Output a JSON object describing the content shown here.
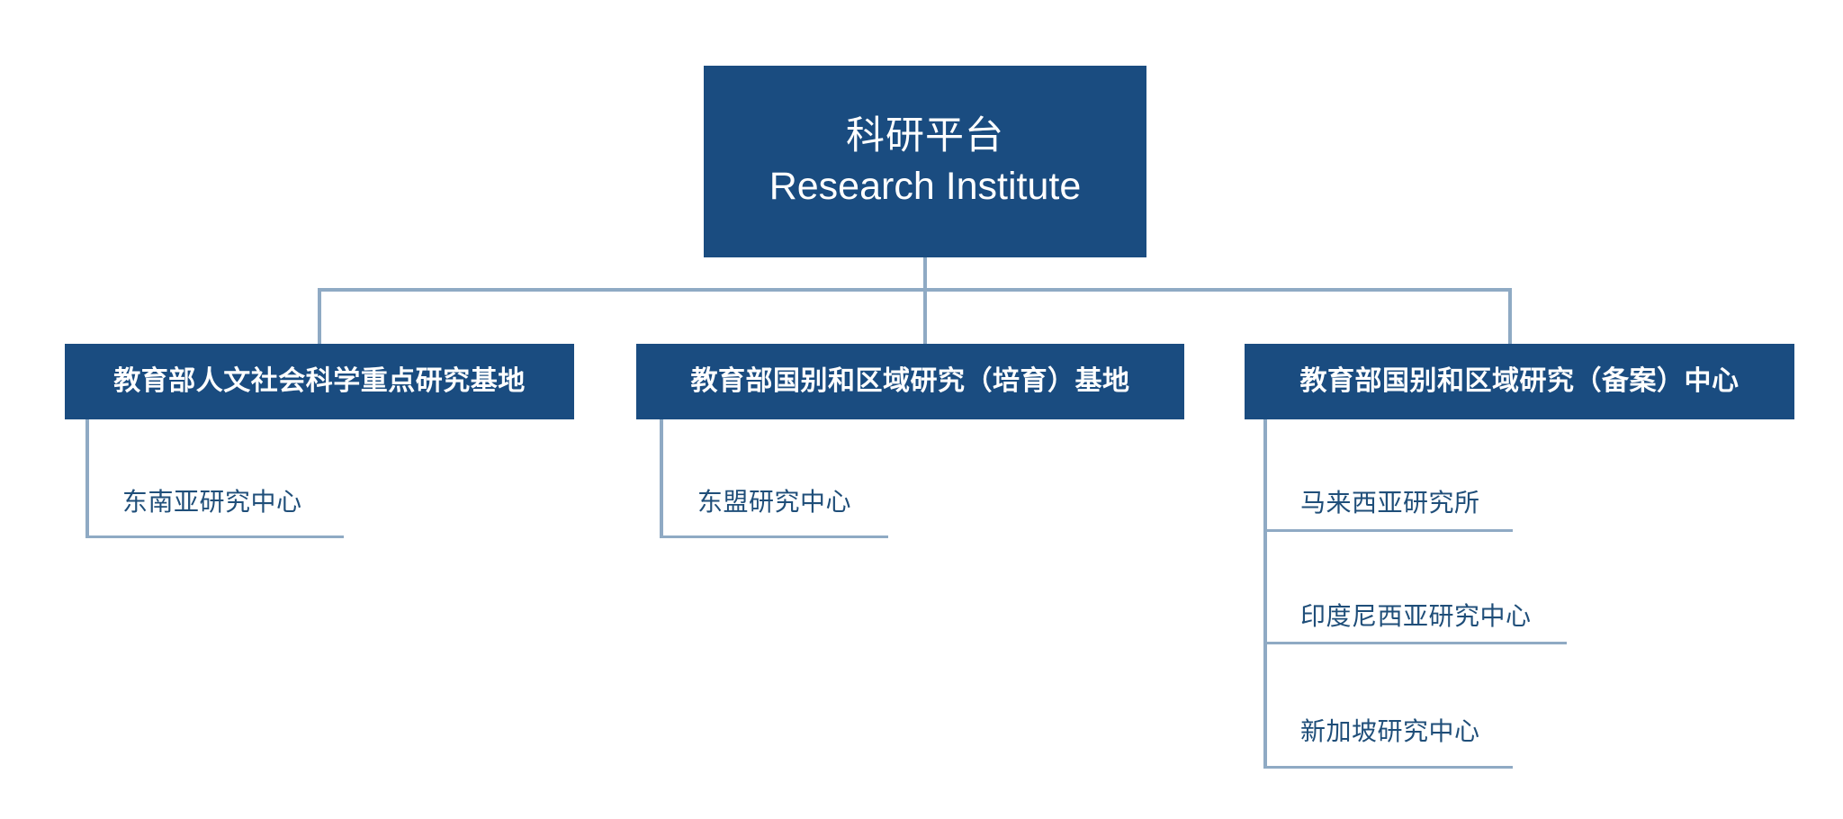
{
  "palette": {
    "box_fill": "#1A4C80",
    "box_text": "#FFFFFF",
    "connector": "#8FAAC4",
    "leaf_text": "#1F4E79",
    "background": "#FFFFFF"
  },
  "chart_data": {
    "type": "diagram",
    "subtype": "organization-chart",
    "title": "科研平台 Research Institute",
    "orientation": "top-down",
    "levels": 3,
    "root": {
      "label_cn": "科研平台",
      "label_en": "Research Institute"
    },
    "branches": [
      {
        "label": "教育部人文社会科学重点研究基地",
        "children": [
          "东南亚研究中心"
        ]
      },
      {
        "label": "教育部国别和区域研究（培育）基地",
        "children": [
          "东盟研究中心"
        ]
      },
      {
        "label": "教育部国别和区域研究（备案）中心",
        "children": [
          "马来西亚研究所",
          "印度尼西亚研究中心",
          "新加坡研究中心"
        ]
      }
    ]
  },
  "root": {
    "line_cn": "科研平台",
    "line_en": "Research Institute"
  },
  "level2": [
    {
      "label": "教育部人文社会科学重点研究基地"
    },
    {
      "label": "教育部国别和区域研究（培育）基地"
    },
    {
      "label": "教育部国别和区域研究（备案）中心"
    }
  ],
  "leaves": {
    "column1": [
      {
        "label": "东南亚研究中心"
      }
    ],
    "column2": [
      {
        "label": "东盟研究中心"
      }
    ],
    "column3": [
      {
        "label": "马来西亚研究所"
      },
      {
        "label": "印度尼西亚研究中心"
      },
      {
        "label": "新加坡研究中心"
      }
    ]
  }
}
